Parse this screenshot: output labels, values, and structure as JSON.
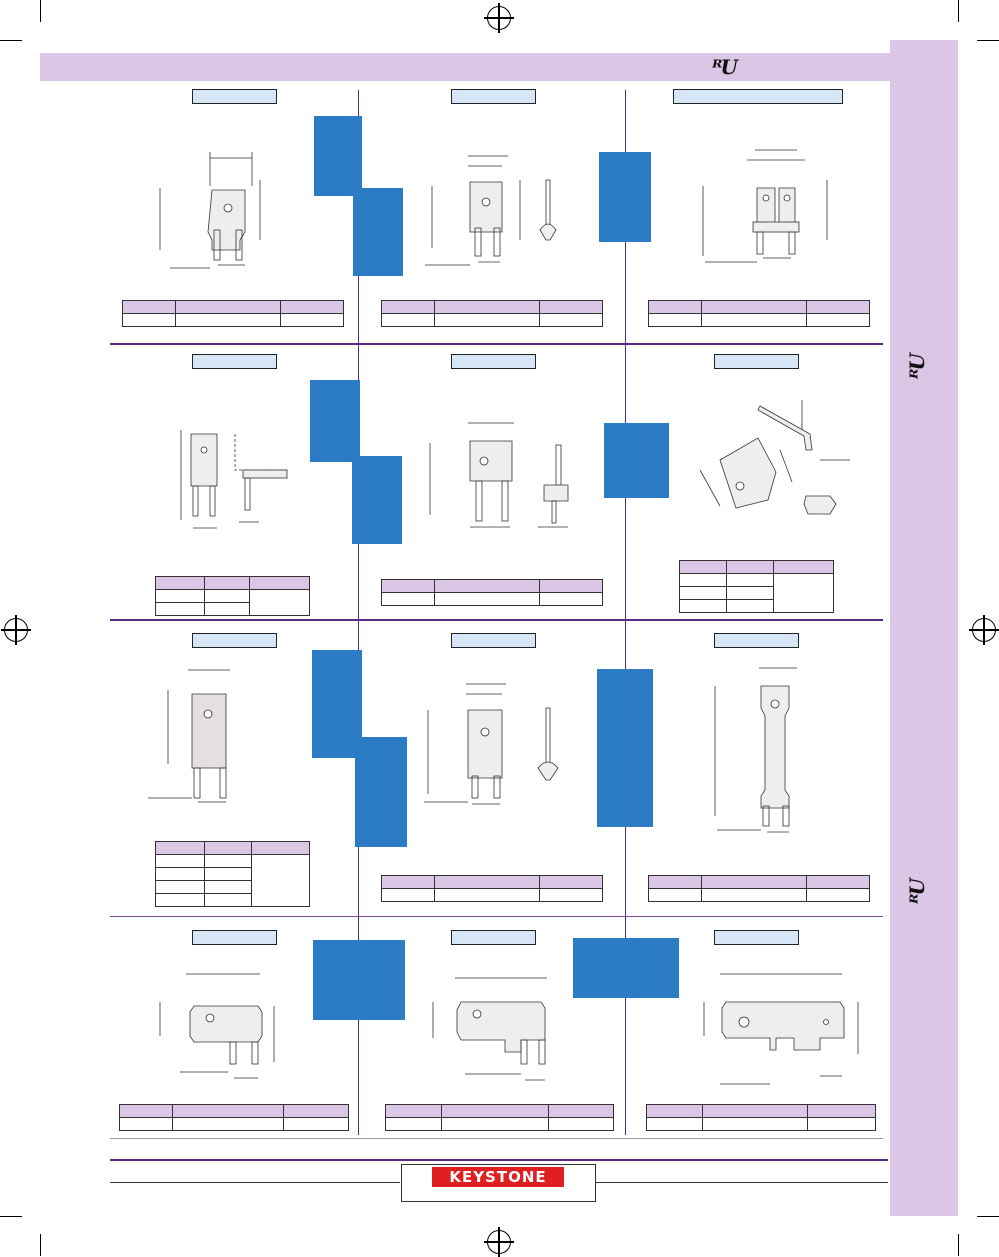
{
  "header": {
    "cert_mark": "ᴿU",
    "cert_mark_alt": "UL recognized component mark"
  },
  "sidebar": {
    "marks": [
      "ᴿU",
      "ᴿU"
    ]
  },
  "footer": {
    "logo": "KEYSTONE"
  },
  "colors": {
    "band": "#dcc6e6",
    "label": "#d7e6f6",
    "photo": "#2b7cc4",
    "rule": "#5a2a82",
    "logo": "#e02020"
  }
}
